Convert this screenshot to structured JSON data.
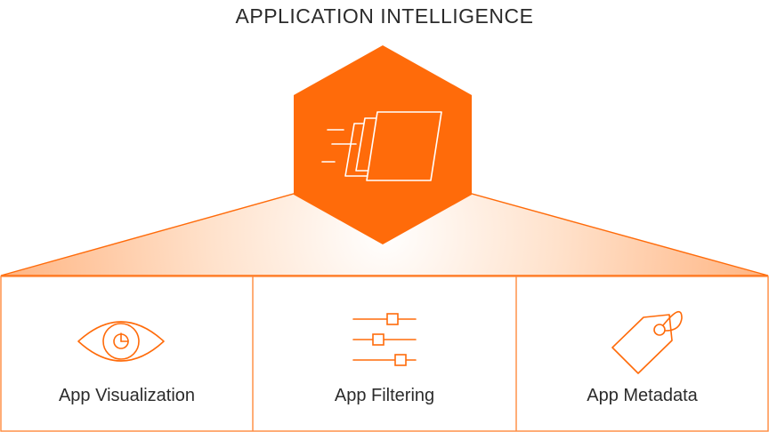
{
  "title": "APPLICATION INTELLIGENCE",
  "colors": {
    "accent": "#FF6B0A",
    "text": "#2B2B2B",
    "background": "#FFFFFF"
  },
  "hub": {
    "icon": "motion-cards-icon"
  },
  "pillars": [
    {
      "label": "App Visualization",
      "icon": "eye-icon"
    },
    {
      "label": "App Filtering",
      "icon": "sliders-icon"
    },
    {
      "label": "App Metadata",
      "icon": "tag-icon"
    }
  ]
}
